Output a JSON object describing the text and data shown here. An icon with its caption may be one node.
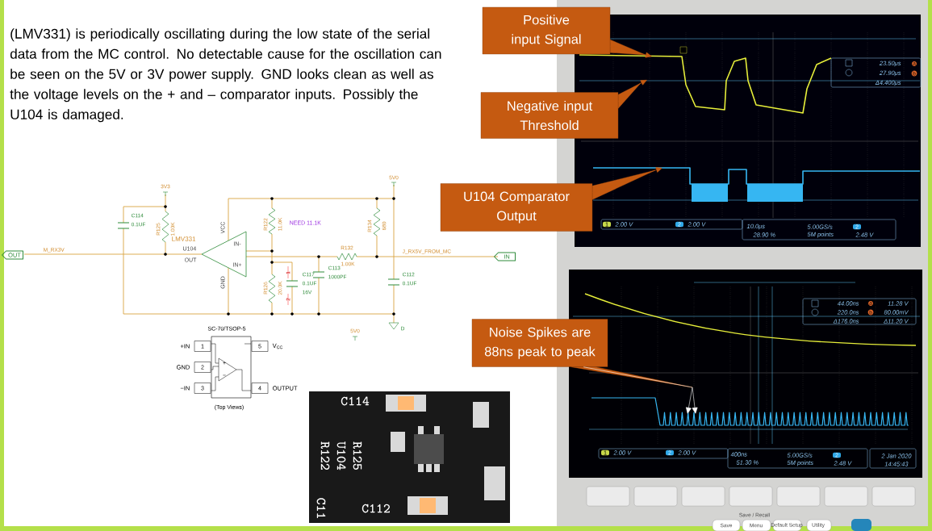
{
  "diagram": {
    "nodes": [
      {
        "text": [
          "Positive input Signal"
        ]
      },
      {
        "text": [
          "Negative input Threshold"
        ]
      },
      {
        "text": [
          "U104 Comparator Output"
        ]
      },
      {
        "text": [
          "OUT"
        ]
      },
      {
        "text": [
          "IN"
        ]
      },
      {
        "text": [
          "Noise Spikes are 88ns peak to peak"
        ]
      },
      {
        "text": [
          "1"
        ],
        "beside": [
          "+IN"
        ]
      },
      {
        "text": [
          "5"
        ],
        "beside": [
          "V$_{CC}$"
        ]
      },
      {
        "text": [
          "2"
        ],
        "beside": [
          "GND"
        ]
      },
      {
        "text": [
          "3"
        ],
        "beside": [
          "−IN"
        ]
      },
      {
        "text": [
          "4"
        ],
        "beside": [
          "OUTPUT"
        ]
      }
    ],
    "edges": [
      {
        "from": 0,
        "to": null,
        "arrow": "to"
      },
      {
        "from": 1,
        "to": null,
        "arrow": "to"
      },
      {
        "from": 2,
        "to": null,
        "arrow": "to"
      },
      {
        "from": 5,
        "to": null,
        "arrow": "to",
        "color": "#ffffff"
      }
    ],
    "labels": [
      "(LMV331) is periodically oscillating during the low state of the serial data from the MC control. No detectable cause for the oscillation can be seen on the 5V or 3V power supply. GND looks clean as well as the voltage levels on the + and – comparator inputs. Possibly the U104 is damaged.",
      "3V3",
      "C114",
      "0.1UF",
      "R125",
      "1.00K",
      "M_RX3V",
      "LMV331",
      "U104",
      "OUT",
      "VCC",
      "GND",
      "IN-",
      "IN+",
      "R122",
      "11.0K",
      "NEED 11.1K",
      "R134",
      "680",
      "5V0",
      "R132",
      "1.00K",
      "J_RX5V_FROM_MC",
      "1",
      "R126",
      "20.0K",
      "C117",
      "0.1UF",
      "16V",
      "2",
      "C113",
      "1000PF",
      "C112",
      "0.1UF",
      "SC-70/TSOP-5",
      "5V0",
      "D",
      "+",
      "−",
      "(Top Views)",
      "C114",
      "R122",
      "U104",
      "R125",
      "C112",
      "C11",
      "23.50μs",
      "a",
      "27.90μs",
      "b",
      "Δ4.400μs",
      "1",
      "2.00 V",
      "2",
      "2.00 V",
      "10.0μs",
      "28.90 %",
      "5.00GS/s",
      "5M points",
      "2",
      "2.48 V",
      "44.00ns",
      "a",
      "11.28 V",
      "220.0ns",
      "b",
      "80.00mV",
      "Δ176.0ns",
      "Δ11.20 V",
      "1",
      "2.00 V",
      "2",
      "2.00 V",
      "400ns",
      "51.30 %",
      "5.00GS/s",
      "5M points",
      "2",
      "2.48 V",
      "2 Jan 2020",
      "14:45:43",
      "Save / Recall",
      "Save",
      "Menu",
      "Default Setup",
      "Utility"
    ]
  }
}
